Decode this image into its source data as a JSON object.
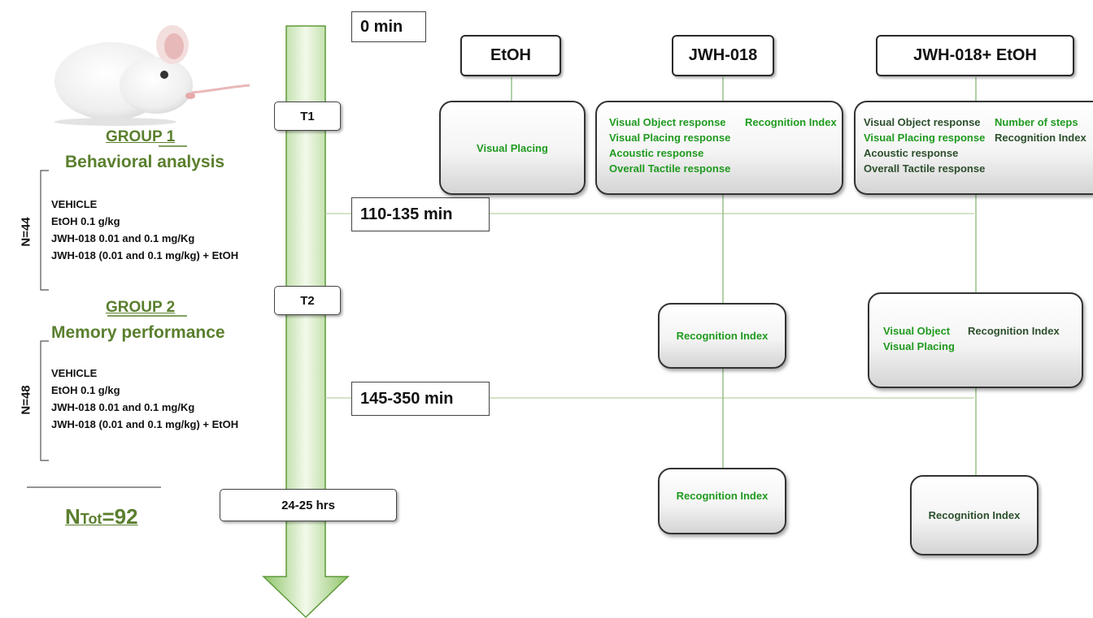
{
  "timeline": {
    "t0": "0 min",
    "t1": "T1",
    "t110": "110-135 min",
    "t2": "T2",
    "t145": "145-350 min",
    "t24": "24-25 hrs"
  },
  "left": {
    "group1_title": "GROUP 1",
    "group1_subtitle": "Behavioral analysis",
    "group1_n": "N=44",
    "group1_items": [
      "VEHICLE",
      "EtOH 0.1 g/kg",
      "JWH-018 0.01 and 0.1 mg/Kg",
      "JWH-018 (0.01 and 0.1 mg/kg) + EtOH"
    ],
    "group2_title": "GROUP 2",
    "group2_subtitle": "Memory performance",
    "group2_n": "N=48",
    "group2_items": [
      "VEHICLE",
      "EtOH 0.1 g/kg",
      "JWH-018 0.01 and 0.1 mg/Kg",
      "JWH-018 (0.01 and 0.1 mg/kg) + EtOH"
    ],
    "ntot_main": "N",
    "ntot_sub": "Tot",
    "ntot_value": "=92"
  },
  "columns": {
    "etoh": {
      "header": "EtOH",
      "box1": "Visual Placing"
    },
    "jwh": {
      "header": "JWH-018",
      "box1_col1": [
        "Visual Object response",
        "Visual Placing response",
        "Acoustic response",
        "Overall Tactile response"
      ],
      "box1_col2": "Recognition Index",
      "box2": "Recognition Index",
      "box3": "Recognition Index"
    },
    "jwh_etoh": {
      "header": "JWH-018+ EtOH",
      "box1_col1": [
        "Visual Object  response",
        "Visual Placing response",
        "Acoustic  response",
        "Overall Tactile response"
      ],
      "box1_col2": [
        "Number of steps",
        "Recognition Index"
      ],
      "box2_col1": [
        "Visual Object",
        "Visual Placing"
      ],
      "box2_col2": "Recognition Index",
      "box3": "Recognition Index"
    }
  },
  "colors": {
    "arrow_green": "#c9e7a8",
    "group_green": "#5a7f2e",
    "text_green": "#1f9a1f",
    "text_dark_green": "#2c4f2c"
  },
  "icons": [
    "mouse-image"
  ]
}
